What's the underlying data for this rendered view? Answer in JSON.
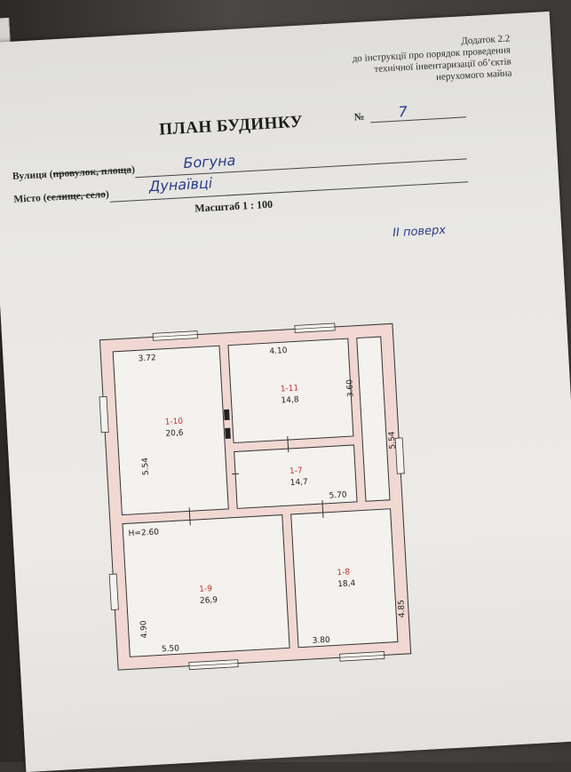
{
  "annex": {
    "line1": "Додаток 2.2",
    "line2": "до інструкції про порядок проведення",
    "line3": "технічної інвентаризації об’єктів",
    "line4": "нерухомого майна"
  },
  "title": "ПЛАН БУДИНКУ",
  "number_label": "№",
  "number_value": "7",
  "street_label_a": "Вулиця (",
  "street_label_strike": "провулок, площа",
  "street_label_b": ")",
  "street_value": "Богуна",
  "city_label_a": "Місто (",
  "city_label_strike": "селище, село",
  "city_label_b": ")",
  "city_value": "Дунаївці",
  "scale": "Масштаб 1 : 100",
  "floor_note": "II поверх",
  "plan": {
    "dimensions": {
      "top_left_width": "3.72",
      "top_mid_width": "4.10",
      "upper_left_height": "5.54",
      "mid_height": "3.60",
      "right_height": "5.54",
      "corridor_width": "5.70",
      "ceiling_height": "H=2.60",
      "lower_left_height": "4.90",
      "lower_left_width": "5.50",
      "lower_right_width": "3.80",
      "lower_right_height": "4.85"
    },
    "rooms": [
      {
        "id": "1-10",
        "area": "20,6"
      },
      {
        "id": "1-11",
        "area": "14,8"
      },
      {
        "id": "1-7",
        "area": "14,7"
      },
      {
        "id": "1-9",
        "area": "26,9"
      },
      {
        "id": "1-8",
        "area": "18,4"
      }
    ]
  },
  "colors": {
    "wall_fill": "#f1d8d2",
    "line": "#333333",
    "pen_blue": "#2b3b8c",
    "room_red": "#c83232"
  }
}
